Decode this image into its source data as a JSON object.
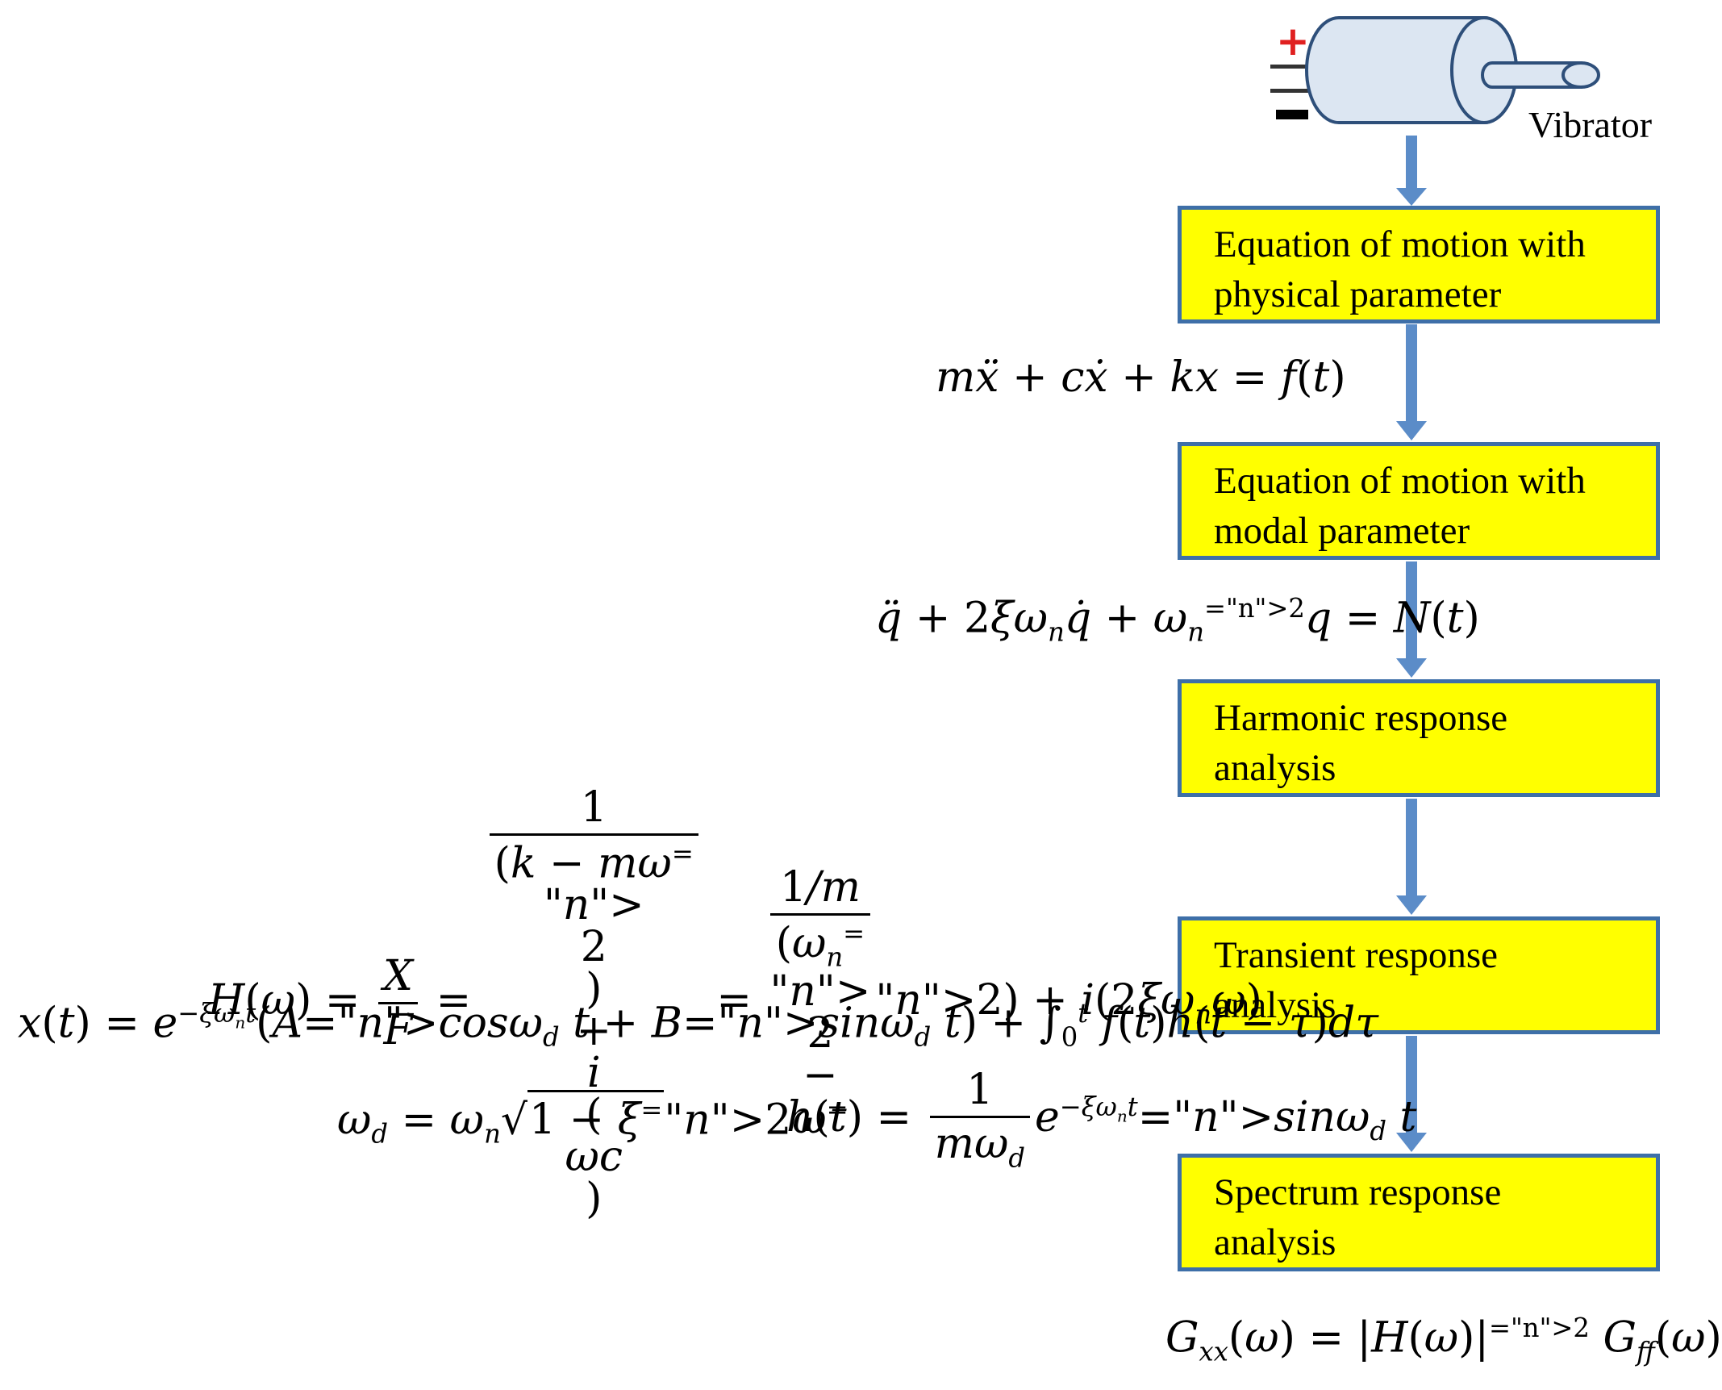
{
  "vibrator": {
    "label": "Vibrator",
    "plus_symbol": "+",
    "minus_symbol": "−"
  },
  "boxes": [
    {
      "line1": "Equation of motion with",
      "line2": "physical parameter"
    },
    {
      "line1": "Equation of motion with",
      "line2": "modal parameter"
    },
    {
      "line1": "Harmonic response",
      "line2": "analysis"
    },
    {
      "line1": "Transient response",
      "line2": "analysis"
    },
    {
      "line1": "Spectrum response",
      "line2": "analysis"
    }
  ],
  "equations": {
    "physical": "mẍ + cẋ + kx = f(t)",
    "modal": "q̈ + 2ξωₙq̇ + ωₙ²q = N(t)",
    "harmonic": "H(ω) = X/F = 1/((k − mω²) + i(ωc)) = (1/m)/((ωₙ² − ω²) + i(2ξωₙω))",
    "transient": "x(t) = e^(−ξωₙt)(Acosω_d t + Bsinω_d t) + ∫₀ᵗ f(t)h(t − τ)dτ",
    "damped_frequency": "ω_d = ωₙ√(1 − ξ²)",
    "impulse_response": "h(t) = (1/(mω_d)) e^(−ξωₙt) sinω_d t",
    "spectrum": "G_xx(ω) = |H(ω)|² G_ff(ω)"
  },
  "colors": {
    "box_fill": "#ffff00",
    "box_border": "#3e6fa8",
    "arrow": "#5b8cc8",
    "vibrator_body": "#dce6f2",
    "vibrator_outline": "#2e4f7a",
    "plus": "#e02020",
    "minus": "#000000"
  }
}
